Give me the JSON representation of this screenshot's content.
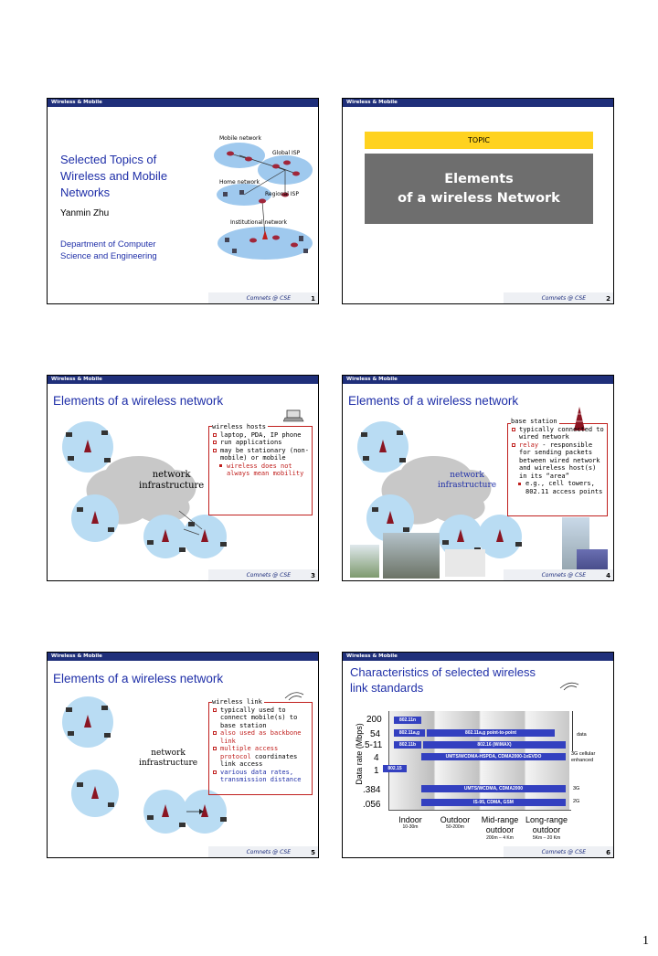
{
  "header_label": "Wireless & Mobile",
  "footer_org": "Comnets @ CSE",
  "page_number": "1",
  "slide1": {
    "num": "1",
    "title_lines": [
      "Selected Topics of",
      "Wireless and Mobile",
      "Networks"
    ],
    "author": "Yanmin Zhu",
    "dept_lines": [
      "Department of Computer",
      "Science and Engineering"
    ],
    "labels": {
      "mobile": "Mobile network",
      "global": "Global ISP",
      "home": "Home network",
      "regional": "Regional ISP",
      "institutional": "Institutional network"
    }
  },
  "slide2": {
    "num": "2",
    "topic": "TOPIC",
    "title_lines": [
      "Elements",
      "of a wireless Network"
    ]
  },
  "slide3": {
    "num": "3",
    "title": "Elements of a wireless network",
    "box_title": "wireless hosts",
    "bullets": [
      "laptop, PDA, IP phone",
      "run applications",
      "may be stationary (non-mobile) or mobile"
    ],
    "sub": [
      "wireless does not always mean mobility"
    ],
    "cloud": [
      "network",
      "infrastructure"
    ]
  },
  "slide4": {
    "num": "4",
    "title": "Elements of a wireless network",
    "box_title": "base station",
    "bullets": [
      "typically connected to wired network"
    ],
    "relay_word": "relay",
    "relay_rest": " - responsible for sending packets between wired network and wireless host(s) in its “area”",
    "sub": [
      "e.g., cell towers, 802.11 access points"
    ],
    "cloud": [
      "network",
      "infrastructure"
    ]
  },
  "slide5": {
    "num": "5",
    "title": "Elements of a wireless network",
    "box_title": "wireless link",
    "b1": "typically used to connect mobile(s) to base station",
    "b2": "also used as backbone link",
    "b3_red": "multiple access protocol",
    "b3_rest": " coordinates link access",
    "b4": "various data rates, transmission distance",
    "cloud": [
      "network",
      "infrastructure"
    ]
  },
  "slide6": {
    "num": "6",
    "title_lines": [
      "Characteristics of selected wireless",
      "link  standards"
    ],
    "ylabel": "Data rate (Mbps)",
    "yticks": [
      "200",
      "54",
      "5-11",
      "4",
      "1",
      ".384",
      ".056"
    ],
    "bars": [
      "802.11n",
      "802.11a,g",
      "802.11a,g point-to-point",
      "802.11b",
      "802.16 (WiMAX)",
      "UMTS/WCDMA-HSPDA, CDMA2000-1xEVDO",
      "802.15",
      "UMTS/WCDMA, CDMA2000",
      "IS-95, CDMA, GSM"
    ],
    "right_labels": [
      "data",
      "3G cellular",
      "enhanced",
      "3G",
      "2G"
    ],
    "categories": [
      {
        "name": "Indoor",
        "range": "10-30m"
      },
      {
        "name": "Outdoor",
        "range": "50-200m"
      },
      {
        "name": "Mid-range outdoor",
        "range": "200m – 4 Km"
      },
      {
        "name": "Long-range outdoor",
        "range": "5Km – 20 Km"
      }
    ]
  }
}
